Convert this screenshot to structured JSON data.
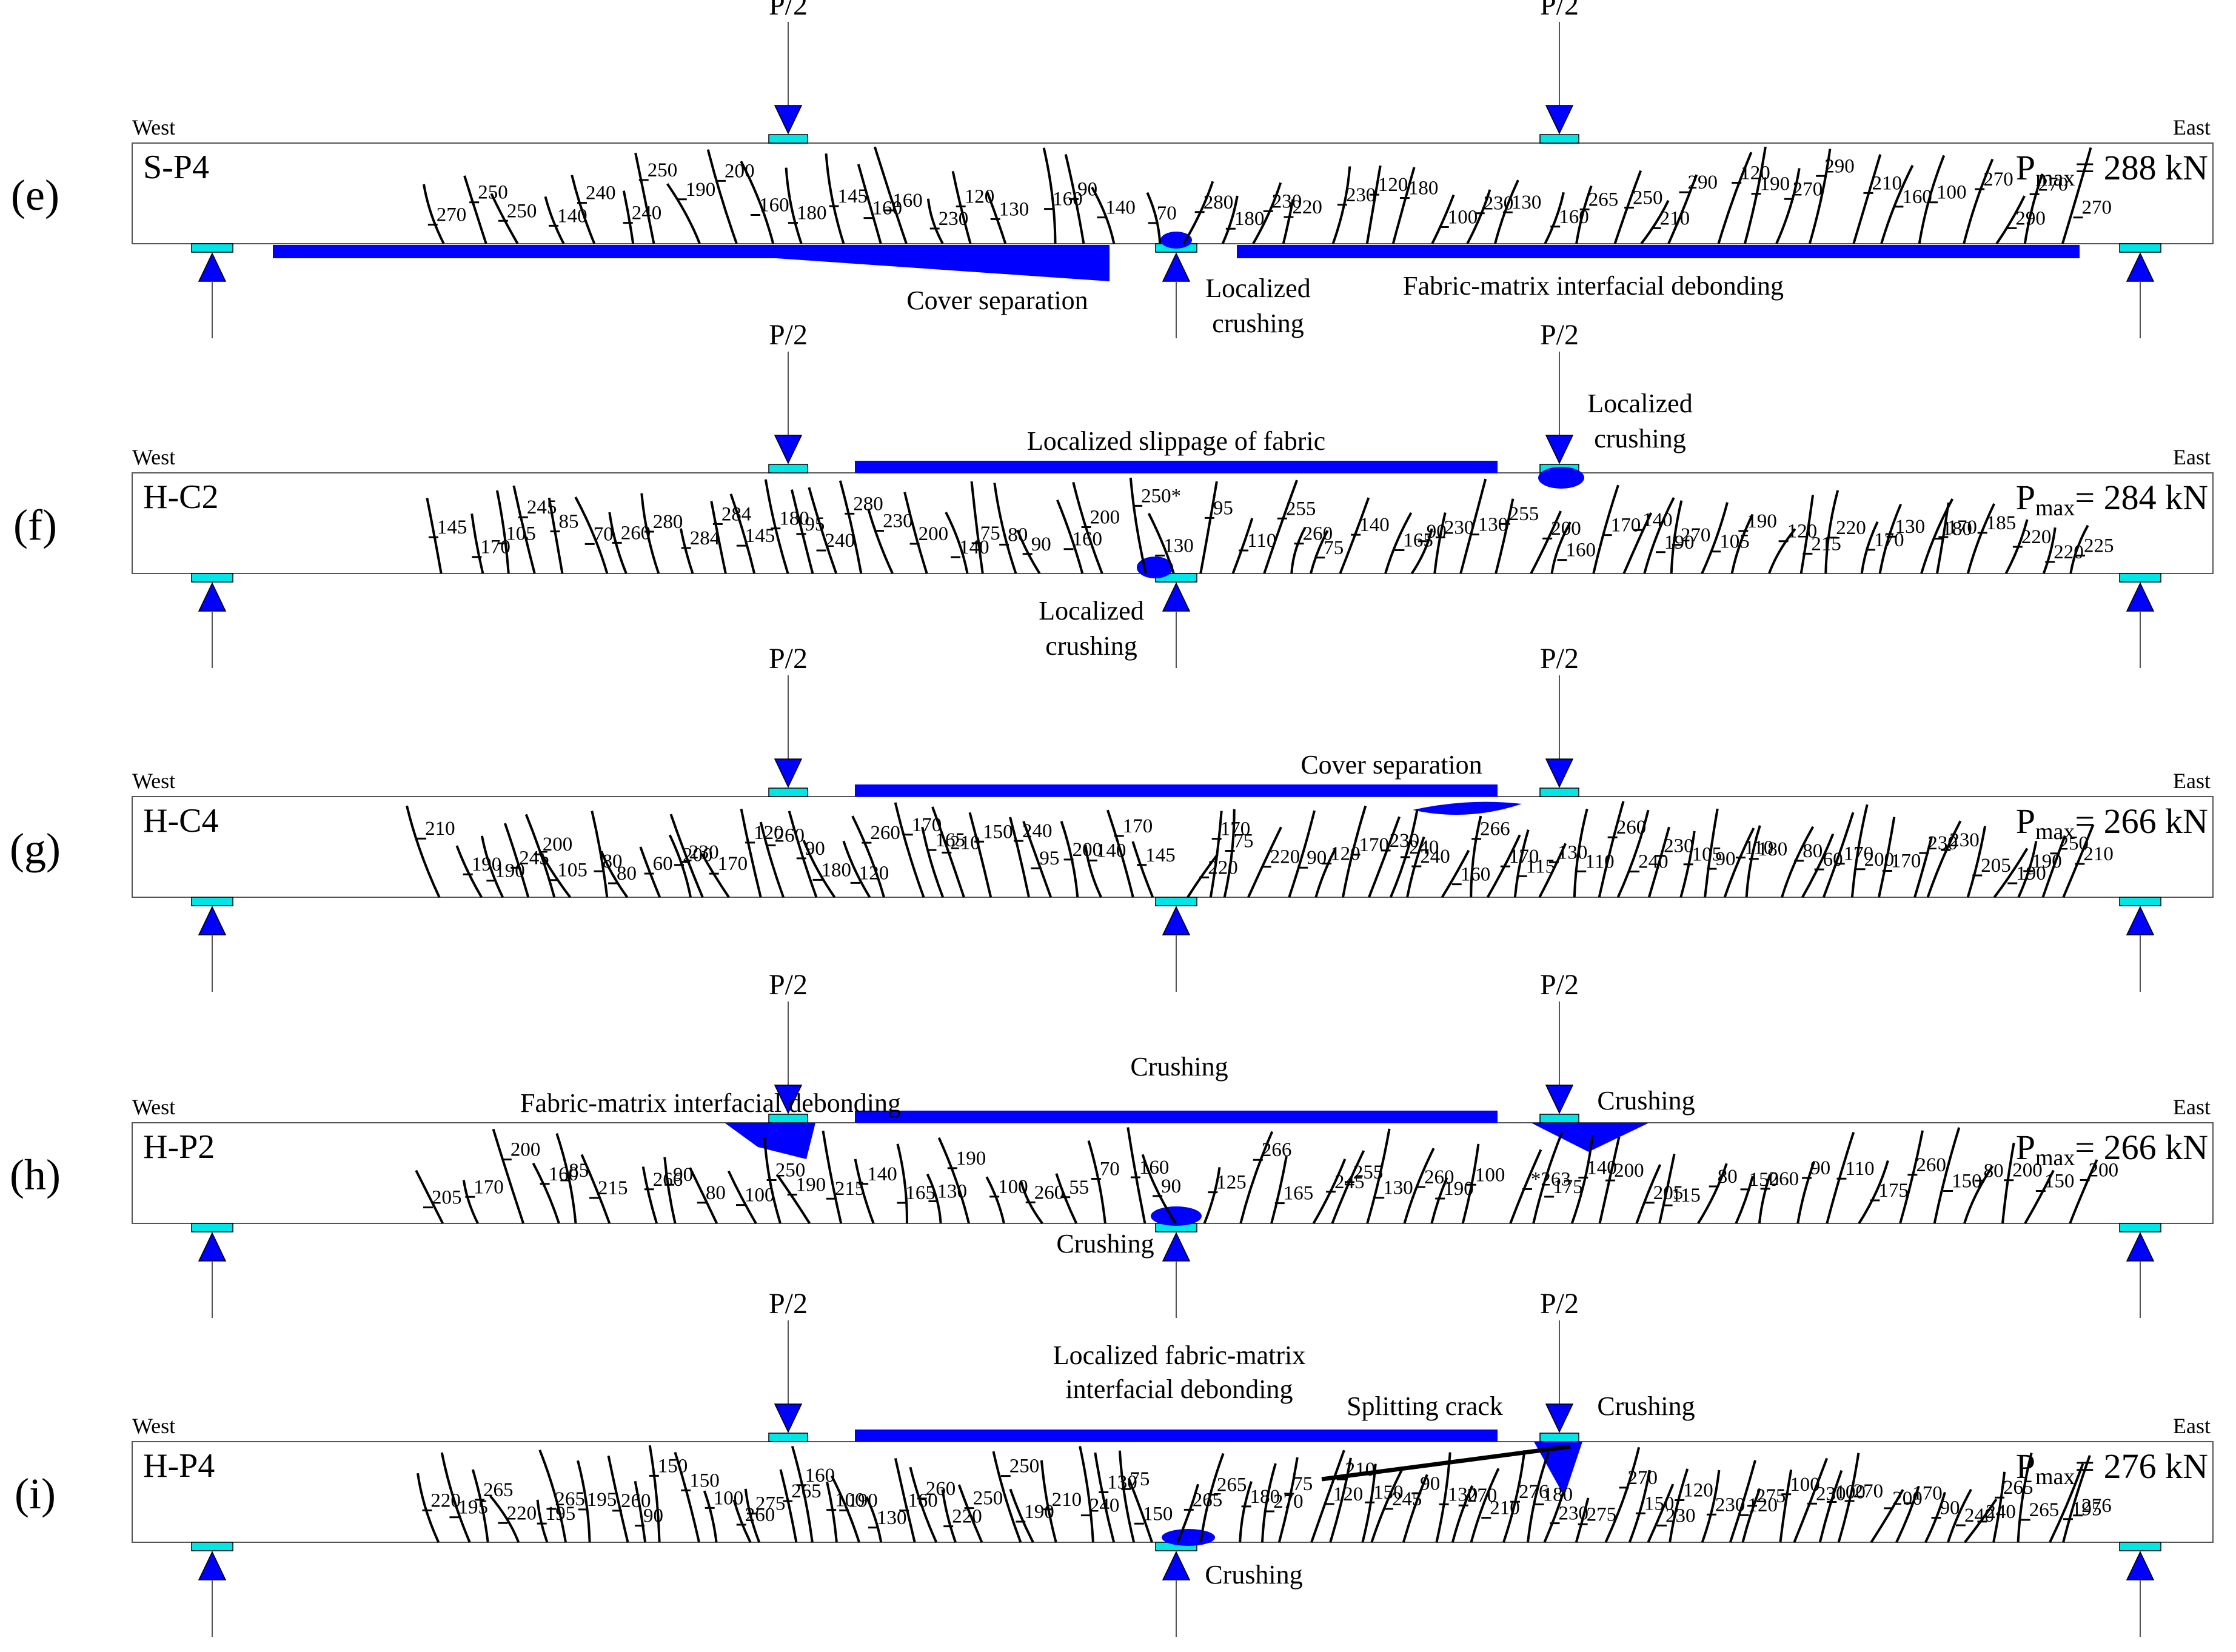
{
  "colors": {
    "strip": "#0000ff",
    "plate": "#00e5e5",
    "crack": "#000000",
    "beam_outline": "#555555"
  },
  "common": {
    "load_label": "P/2",
    "west": "West",
    "east": "East",
    "pmax_prefix": "P",
    "pmax_sub": "max",
    "pmax_eq": "= "
  },
  "panels": [
    {
      "label": "(e)",
      "beam": "S-P4",
      "pmax": "288 kN",
      "strip_side": "bottom",
      "annotations": [
        "Cover separation",
        "Localized",
        "crushing",
        "Fabric-matrix interfacial debonding"
      ],
      "loads": [
        "270",
        "250",
        "250",
        "140",
        "240",
        "240",
        "250",
        "190",
        "200",
        "160",
        "180",
        "145",
        "160",
        "160",
        "230",
        "120",
        "130",
        "160",
        "90",
        "140",
        "70",
        "280",
        "180",
        "230",
        "220",
        "230",
        "120",
        "180",
        "100",
        "230",
        "130",
        "160",
        "265",
        "250",
        "210",
        "290",
        "120",
        "190",
        "270",
        "290",
        "210",
        "160",
        "100",
        "270",
        "290",
        "270",
        "270"
      ]
    },
    {
      "label": "(f)",
      "beam": "H-C2",
      "pmax": "284 kN",
      "strip_side": "top",
      "annotations": [
        "Localized slippage of fabric",
        "Localized",
        "crushing",
        "Localized",
        "crushing"
      ],
      "loads": [
        "145",
        "170",
        "105",
        "245",
        "85",
        "70",
        "260",
        "280",
        "284",
        "284",
        "145",
        "180",
        "95",
        "240",
        "280",
        "230",
        "200",
        "140",
        "75",
        "80",
        "90",
        "160",
        "200",
        "250*",
        "130",
        "95",
        "110",
        "255",
        "260",
        "75",
        "140",
        "165",
        "90",
        "230",
        "130",
        "255",
        "200",
        "160",
        "170",
        "140",
        "190",
        "270",
        "105",
        "190",
        "120",
        "215",
        "220",
        "170",
        "130",
        "180",
        "170",
        "185",
        "220",
        "220",
        "225"
      ]
    },
    {
      "label": "(g)",
      "beam": "H-C4",
      "pmax": "266 kN",
      "strip_side": "top",
      "annotations": [
        "Cover separation"
      ],
      "loads": [
        "210",
        "190",
        "190",
        "245",
        "200",
        "105",
        "80",
        "80",
        "60",
        "200",
        "230",
        "170",
        "120",
        "260",
        "90",
        "180",
        "120",
        "260",
        "170",
        "165",
        "210",
        "150",
        "240",
        "95",
        "200",
        "140",
        "170",
        "145",
        "220",
        "170",
        "75",
        "220",
        "90",
        "120",
        "170",
        "230",
        "240",
        "240",
        "160",
        "266",
        "170",
        "115",
        "130",
        "110",
        "260",
        "240",
        "230",
        "105",
        "90",
        "110",
        "180",
        "80",
        "60",
        "170",
        "200",
        "170",
        "230",
        "230",
        "205",
        "190",
        "190",
        "250",
        "210"
      ]
    },
    {
      "label": "(h)",
      "beam": "H-P2",
      "pmax": "266 kN",
      "strip_side": "top",
      "annotations": [
        "Crushing",
        "Fabric-matrix interfacial debonding",
        "Crushing",
        "Crushing"
      ],
      "loads": [
        "205",
        "170",
        "200",
        "160",
        "85",
        "215",
        "266",
        "90",
        "80",
        "100",
        "250",
        "190",
        "215",
        "140",
        "165",
        "130",
        "190",
        "100",
        "260",
        "55",
        "70",
        "160",
        "90",
        "125",
        "266",
        "165",
        "245",
        "255",
        "130",
        "260",
        "190",
        "100",
        "*263",
        "175",
        "140",
        "200",
        "205",
        "115",
        "80",
        "150",
        "260",
        "90",
        "110",
        "175",
        "260",
        "150",
        "80",
        "200",
        "150",
        "200"
      ]
    },
    {
      "label": "(i)",
      "beam": "H-P4",
      "pmax": "276 kN",
      "strip_side": "top",
      "annotations": [
        "Localized fabric-matrix",
        "interfacial debonding",
        "Splitting crack",
        "Crushing",
        "Crushing"
      ],
      "loads": [
        "220",
        "195",
        "265",
        "220",
        "195",
        "265",
        "195",
        "260",
        "90",
        "150",
        "150",
        "100",
        "260",
        "275",
        "265",
        "160",
        "100",
        "190",
        "130",
        "160",
        "260",
        "220",
        "250",
        "250",
        "190",
        "210",
        "240",
        "130",
        "75",
        "150",
        "265",
        "265",
        "180",
        "270",
        "75",
        "120",
        "210",
        "150",
        "245",
        "90",
        "130",
        "270",
        "210",
        "276",
        "180",
        "230",
        "275",
        "270",
        "150",
        "230",
        "120",
        "230",
        "120",
        "275",
        "100",
        "230",
        "100",
        "270",
        "200",
        "170",
        "90",
        "240",
        "240",
        "265",
        "265",
        "195",
        "276"
      ]
    }
  ]
}
